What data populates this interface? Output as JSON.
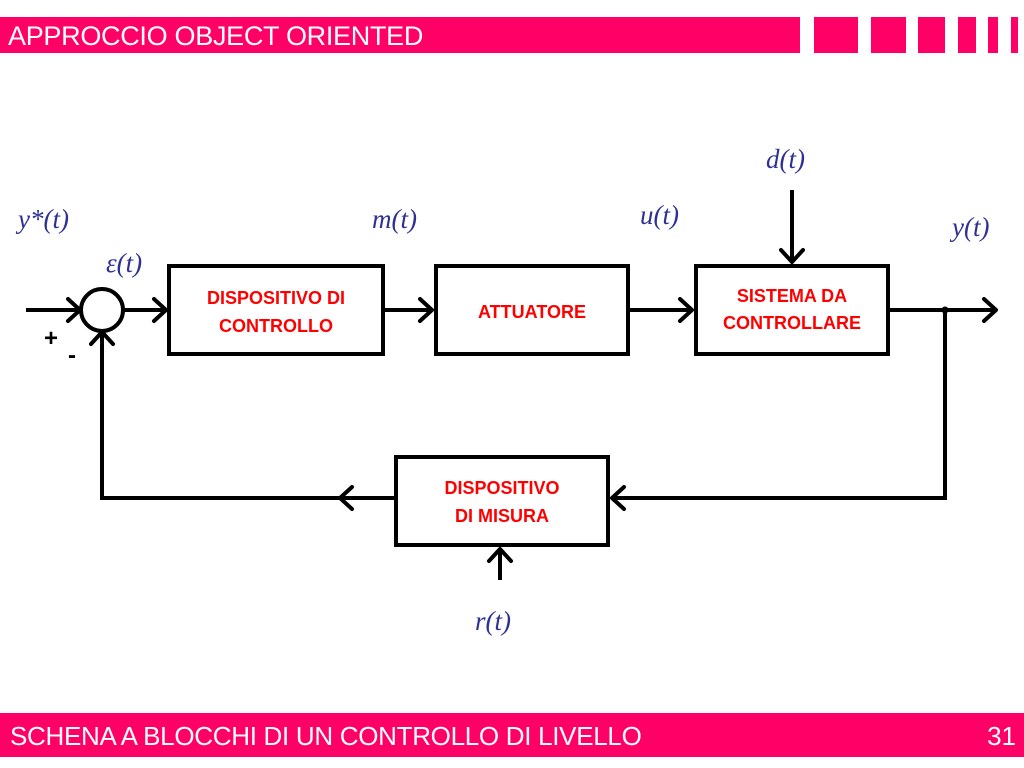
{
  "header": {
    "title": "APPROCCIO OBJECT ORIENTED"
  },
  "footer": {
    "text": "SCHENA A BLOCCHI DI UN CONTROLLO DI LIVELLO",
    "page_number": "31"
  },
  "diagram": {
    "blocks": {
      "controller": {
        "line1": "DISPOSITIVO DI",
        "line2": "CONTROLLO"
      },
      "actuator": {
        "line1": "ATTUATORE"
      },
      "plant": {
        "line1": "SISTEMA DA",
        "line2": "CONTROLLARE"
      },
      "sensor": {
        "line1": "DISPOSITIVO",
        "line2": "DI MISURA"
      }
    },
    "signals": {
      "reference": "y*(t)",
      "error": "ε(t)",
      "manipulated": "m(t)",
      "control": "u(t)",
      "disturbance": "d(t)",
      "output": "y(t)",
      "noise": "r(t)"
    },
    "summing_signs": {
      "plus": "+",
      "minus": "-"
    }
  },
  "colors": {
    "accent": "#ff0066",
    "block_text": "#ff0000",
    "signal_text": "#2e3192"
  }
}
